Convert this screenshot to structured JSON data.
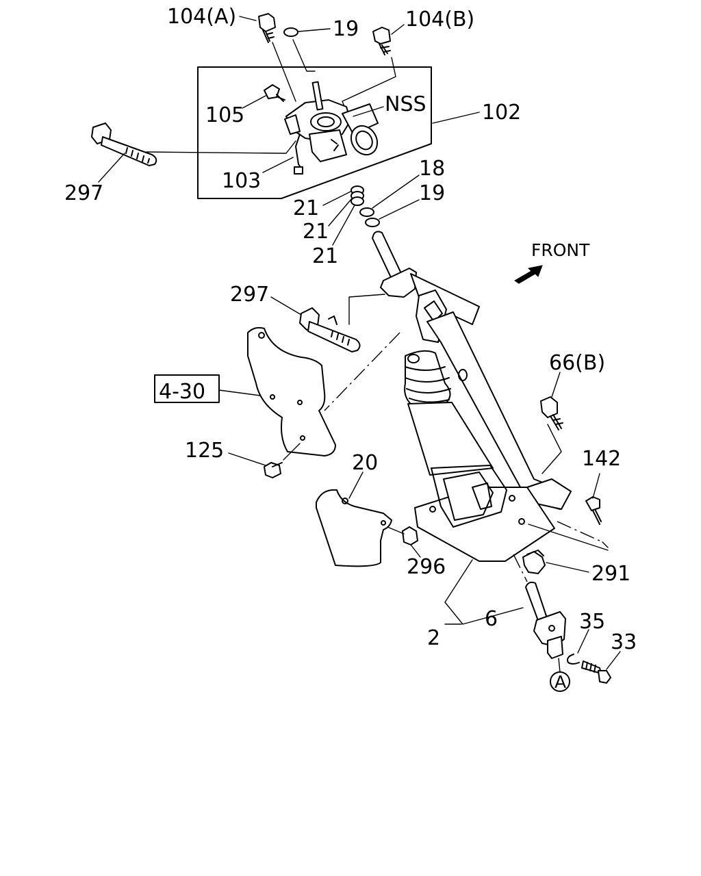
{
  "labels": {
    "p104a": "104(A)",
    "p19_top": "19",
    "p104b": "104(B)",
    "p105": "105",
    "nss": "NSS",
    "p102": "102",
    "p297_top": "297",
    "p103": "103",
    "p18": "18",
    "p19_mid": "19",
    "p21_a": "21",
    "p21_b": "21",
    "p21_c": "21",
    "front": "FRONT",
    "p297_mid": "297",
    "p4_30": "4-30",
    "p66b": "66(B)",
    "p125": "125",
    "p142": "142",
    "p20": "20",
    "p296": "296",
    "p291": "291",
    "p35": "35",
    "p6": "6",
    "p33": "33",
    "p2": "2",
    "circle_a": "A"
  },
  "icons": {
    "front_arrow": "front-direction-arrow-icon"
  }
}
